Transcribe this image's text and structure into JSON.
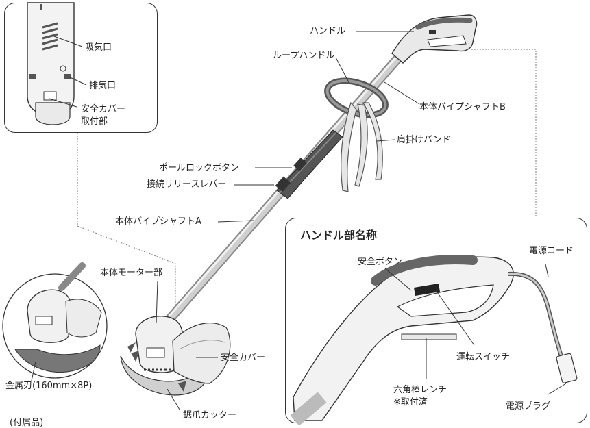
{
  "labels": {
    "handle": "ハンドル",
    "loop_handle": "ループハンドル",
    "pipe_shaft_b": "本体パイプシャフトB",
    "shoulder_band": "肩掛けバンド",
    "pole_lock_button": "ポールロックボタン",
    "connection_release_lever": "接続リリースレバー",
    "pipe_shaft_a": "本体パイプシャフトA",
    "motor_unit": "本体モーター部",
    "safety_cover": "安全カバー",
    "saw_cutter": "鋸爪カッター",
    "metal_blade": "金属刃(160mm×8P)",
    "intake": "吸気口",
    "exhaust": "排気口",
    "cover_mount_line1": "安全カバー",
    "cover_mount_line2": "取付部",
    "footer_partial": "(付属品)"
  },
  "handle_panel": {
    "title": "ハンドル部名称",
    "safety_button": "安全ボタン",
    "power_cord": "電源コード",
    "run_switch": "運転スイッチ",
    "hex_wrench_line1": "六角棒レンチ",
    "hex_wrench_line2": "※取付済",
    "power_plug": "電源プラグ"
  }
}
